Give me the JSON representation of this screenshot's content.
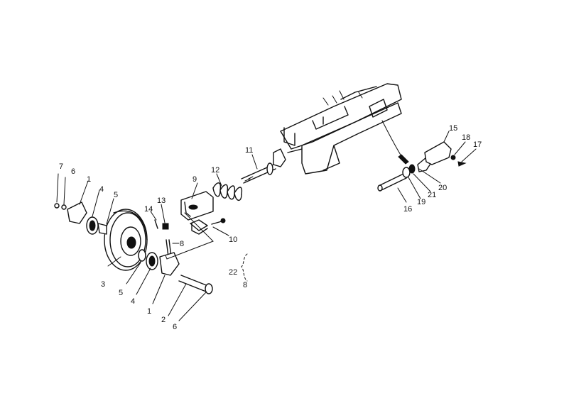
{
  "diagram": {
    "callouts": [
      {
        "id": "c7a",
        "text": "7"
      },
      {
        "id": "c6a",
        "text": "6"
      },
      {
        "id": "c1a",
        "text": "1"
      },
      {
        "id": "c4a",
        "text": "4"
      },
      {
        "id": "c5a",
        "text": "5"
      },
      {
        "id": "c14",
        "text": "14"
      },
      {
        "id": "c13",
        "text": "13"
      },
      {
        "id": "c9",
        "text": "9"
      },
      {
        "id": "c12",
        "text": "12"
      },
      {
        "id": "c11",
        "text": "11"
      },
      {
        "id": "c10",
        "text": "10"
      },
      {
        "id": "c8a",
        "text": "8"
      },
      {
        "id": "c3",
        "text": "3"
      },
      {
        "id": "c5b",
        "text": "5"
      },
      {
        "id": "c4b",
        "text": "4"
      },
      {
        "id": "c1b",
        "text": "1"
      },
      {
        "id": "c2",
        "text": "2"
      },
      {
        "id": "c6b",
        "text": "6"
      },
      {
        "id": "c22",
        "text": "22"
      },
      {
        "id": "c8b",
        "text": "8"
      },
      {
        "id": "c15",
        "text": "15"
      },
      {
        "id": "c18",
        "text": "18"
      },
      {
        "id": "c17",
        "text": "17"
      },
      {
        "id": "c16",
        "text": "16"
      },
      {
        "id": "c19",
        "text": "19"
      },
      {
        "id": "c21",
        "text": "21"
      },
      {
        "id": "c20",
        "text": "20"
      }
    ]
  }
}
